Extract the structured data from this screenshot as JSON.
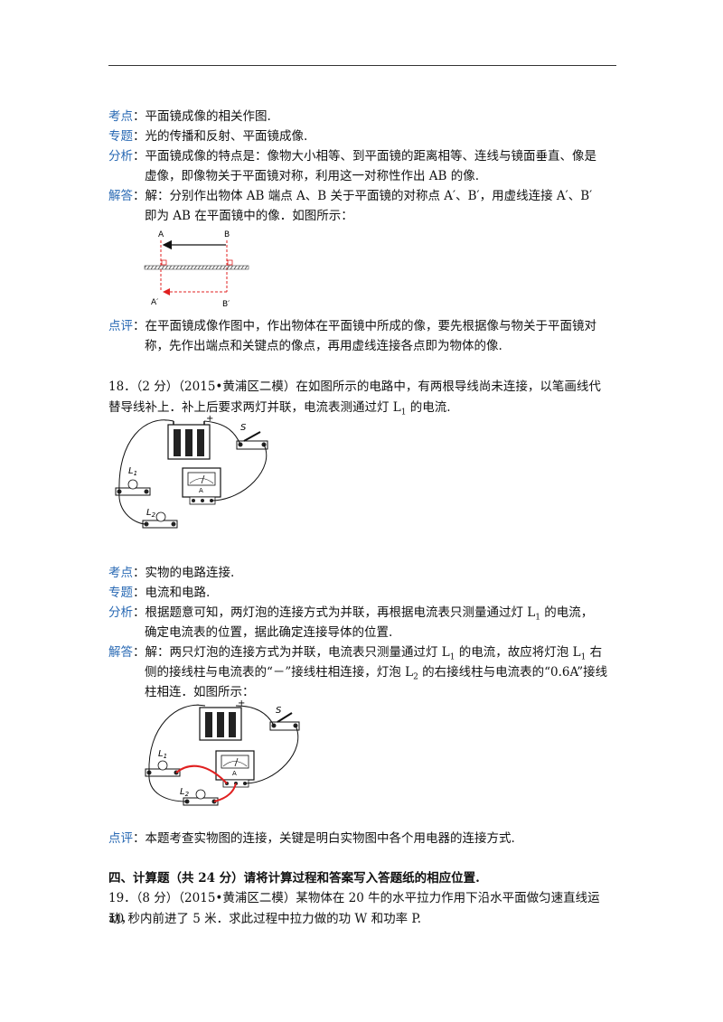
{
  "q17": {
    "kaodian_label": "考点",
    "kaodian_text": "：平面镜成像的相关作图.",
    "zhuanti_label": "专题",
    "zhuanti_text": "：光的传播和反射、平面镜成像.",
    "fenxi_label": "分析",
    "fenxi_line1": "：平面镜成像的特点是：像物大小相等、到平面镜的距离相等、连线与镜面垂直、像是",
    "fenxi_line2": "虚像，即像物关于平面镜对称，利用这一对称性作出 AB 的像.",
    "jieda_label": "解答",
    "jieda_line1": "：解：分别作出物体 AB 端点 A、B 关于平面镜的对称点 A′、B′，用虚线连接 A′、B′",
    "jieda_line2": "即为 AB 在平面镜中的像．如图所示：",
    "fig_A": "A",
    "fig_B": "B",
    "fig_A2": "A′",
    "fig_B2": "B′",
    "dianping_label": "点评",
    "dianping_line1": "：在平面镜成像作图中，作出物体在平面镜中所成的像，要先根据像与物关于平面镜对",
    "dianping_line2": "称，先作出端点和关键点的像点，再用虚线连接各点即为物体的像."
  },
  "q18": {
    "stem_line1": "18．（2 分）（2015•黄浦区二模）在如图所示的电路中，有两根导线尚未连接，以笔画线代",
    "stem_line2_a": "替导线补上．补上后要求两灯并联，电流表测通过灯 L",
    "stem_line2_sub": "1",
    "stem_line2_b": " 的电流.",
    "fig_S": "S",
    "fig_L1": "L",
    "fig_L1_sub": "1",
    "fig_L2": "L",
    "fig_L2_sub": "2",
    "fig_minus": "-",
    "fig_plus": "+",
    "fig_A": "A",
    "kaodian_label": "考点",
    "kaodian_text": "：实物的电路连接.",
    "zhuanti_label": "专题",
    "zhuanti_text": "：电流和电路.",
    "fenxi_label": "分析",
    "fenxi_line1_a": "：根据题意可知，两灯泡的连接方式为并联，再根据电流表只测量通过灯 L",
    "fenxi_line1_sub": "1",
    "fenxi_line1_b": " 的电流，",
    "fenxi_line2": "确定电流表的位置，据此确定连接导体的位置.",
    "jieda_label": "解答",
    "jieda_line1_a": "：解：两只灯泡的连接方式为并联，电流表只测量通过灯 L",
    "jieda_line1_sub": "1",
    "jieda_line1_b": " 的电流，故应将灯泡 L",
    "jieda_line1_sub2": "1",
    "jieda_line1_c": " 右",
    "jieda_line2_a": "侧的接线柱与电流表的“－”接线柱相连接，灯泡 L",
    "jieda_line2_sub": "2",
    "jieda_line2_b": " 的右接线柱与电流表的“0.6A”接线",
    "jieda_line3": "柱相连．如图所示：",
    "dianping_label": "点评",
    "dianping_text": "：本题考查实物图的连接，关键是明白实物图中各个用电器的连接方式."
  },
  "section4": {
    "title": "四、计算题（共 24 分）请将计算过程和答案写入答题纸的相应位置."
  },
  "q19": {
    "stem_line1": "19．（8 分）（2015•黄浦区二模）某物体在 20 牛的水平拉力作用下沿水平面做匀速直线运动，",
    "stem_line2": "10 秒内前进了 5 米．求此过程中拉力做的功 W 和功率 P."
  }
}
